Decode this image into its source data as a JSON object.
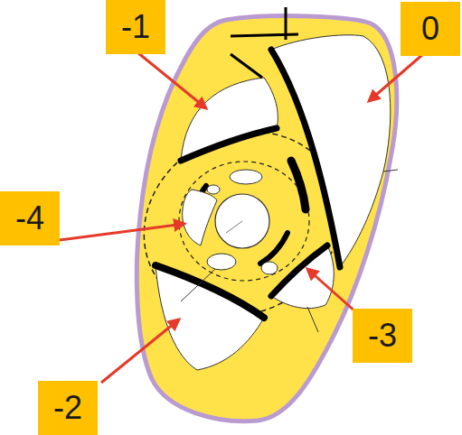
{
  "diagram": {
    "nodes": [
      {
        "text": [
          "-1"
        ]
      },
      {
        "text": [
          "0"
        ]
      },
      {
        "text": [
          "-4"
        ]
      },
      {
        "text": [
          "-3"
        ]
      },
      {
        "text": [
          "-2"
        ]
      }
    ]
  }
}
